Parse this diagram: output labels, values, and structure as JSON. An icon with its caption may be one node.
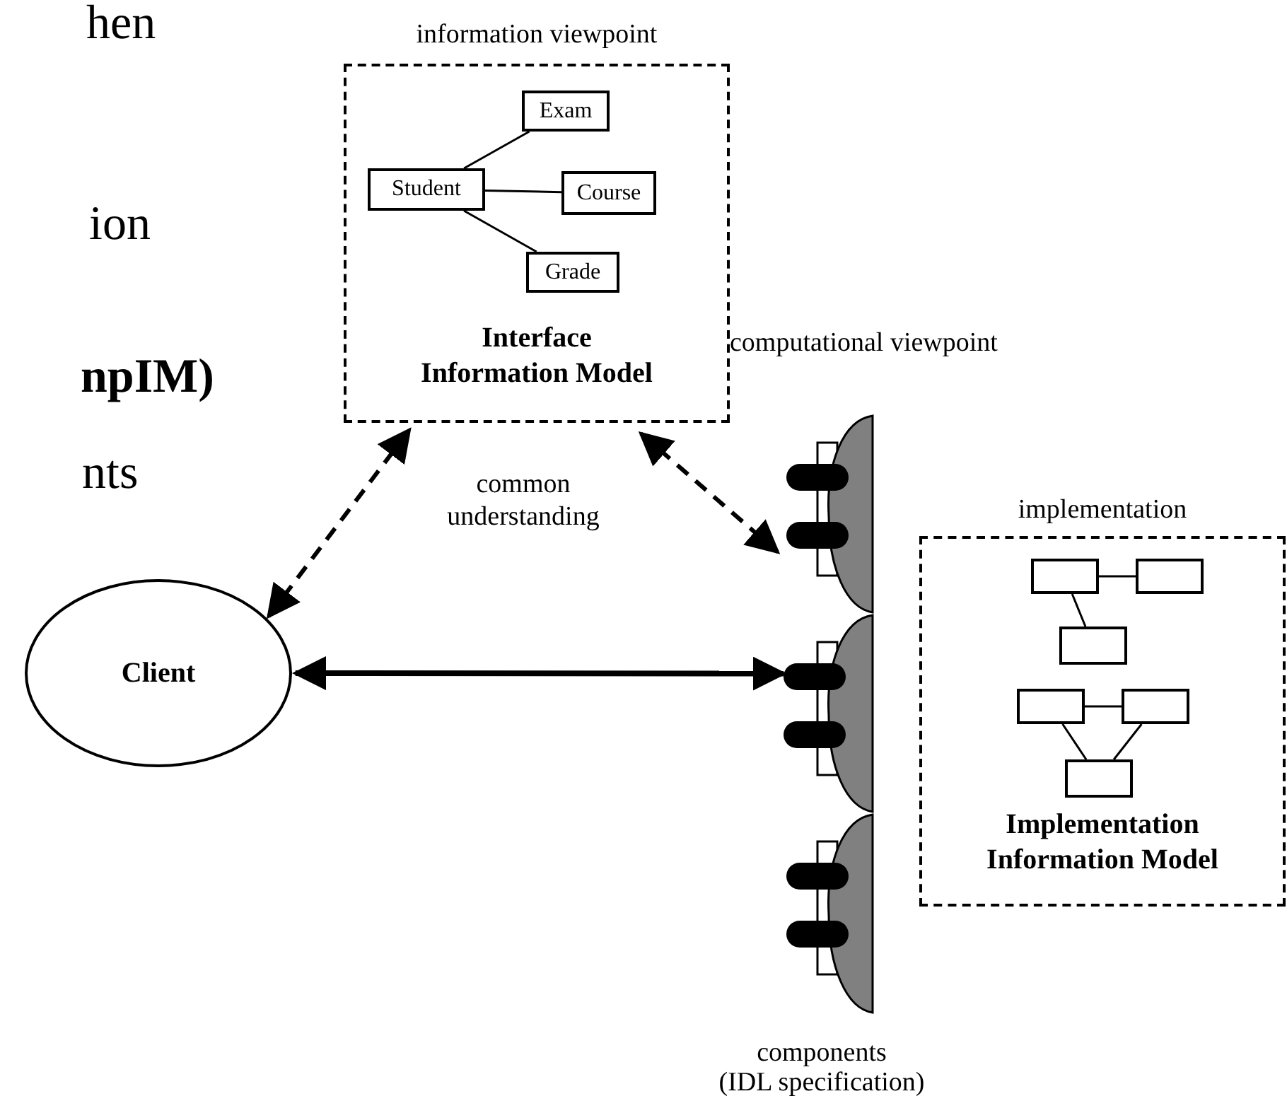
{
  "diagram": {
    "nodes": [
      {
        "text": [
          "information viewpoint",
          "Interface Information Model"
        ]
      },
      {
        "text": [
          "Student"
        ],
        "in": 0
      },
      {
        "text": [
          "Exam"
        ],
        "in": 0
      },
      {
        "text": [
          "Course"
        ],
        "in": 0
      },
      {
        "text": [
          "Grade"
        ],
        "in": 0
      },
      {
        "text": [
          "Client"
        ]
      },
      {
        "text": [],
        "shape": "component",
        "beside": [
          "computational viewpoint"
        ]
      },
      {
        "text": [],
        "shape": "component"
      },
      {
        "text": [],
        "shape": "component",
        "beside": [
          "components (IDL specification)"
        ]
      },
      {
        "text": [
          "implementation",
          "Implementation Information Model"
        ]
      },
      {
        "text": [],
        "shape": "box",
        "in": 9
      },
      {
        "text": [],
        "shape": "box",
        "in": 9
      },
      {
        "text": [],
        "shape": "box",
        "in": 9
      },
      {
        "text": [],
        "shape": "box",
        "in": 9
      },
      {
        "text": [],
        "shape": "box",
        "in": 9
      },
      {
        "text": [],
        "shape": "box",
        "in": 9
      }
    ],
    "edges": [
      {
        "from": 1,
        "to": 2,
        "arrow": "none"
      },
      {
        "from": 1,
        "to": 3,
        "arrow": "none"
      },
      {
        "from": 1,
        "to": 4,
        "arrow": "none"
      },
      {
        "from": 5,
        "to": 0,
        "arrow": "both",
        "style": "dashed"
      },
      {
        "from": 0,
        "to": 6,
        "arrow": "both",
        "style": "dashed"
      },
      {
        "from": 5,
        "to": 7,
        "arrow": "both",
        "style": "thick"
      },
      {
        "from": 10,
        "to": 11,
        "arrow": "none"
      },
      {
        "from": 10,
        "to": 12,
        "arrow": "none"
      },
      {
        "from": 13,
        "to": 14,
        "arrow": "none"
      },
      {
        "from": 13,
        "to": 15,
        "arrow": "none"
      },
      {
        "from": 14,
        "to": 15,
        "arrow": "none"
      }
    ],
    "labels": [
      "hen",
      "ion",
      "npIM)",
      "nts",
      "common understanding"
    ]
  }
}
